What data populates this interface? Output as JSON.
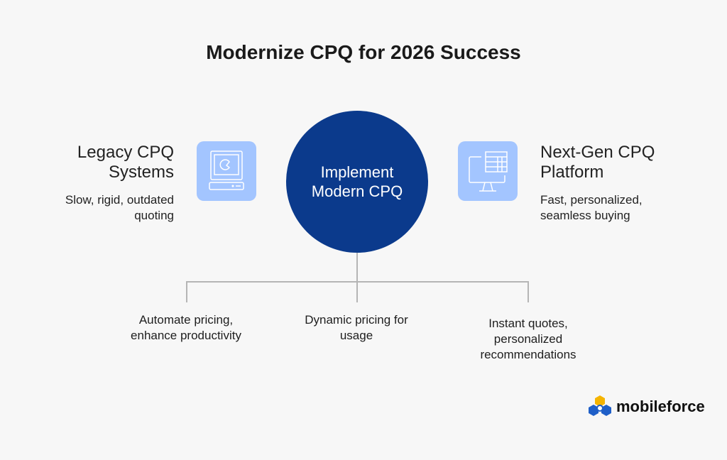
{
  "title": "Modernize CPQ for 2026 Success",
  "left": {
    "heading_line1": "Legacy CPQ",
    "heading_line2": "Systems",
    "desc_line1": "Slow, rigid, outdated",
    "desc_line2": "quoting",
    "icon": "legacy-computer-icon"
  },
  "center": {
    "line1": "Implement",
    "line2": "Modern CPQ"
  },
  "right": {
    "heading_line1": "Next-Gen CPQ",
    "heading_line2": "Platform",
    "desc_line1": "Fast, personalized,",
    "desc_line2": "seamless buying",
    "icon": "monitor-spreadsheet-icon"
  },
  "branches": [
    {
      "line1": "Automate pricing,",
      "line2": "enhance productivity",
      "line3": ""
    },
    {
      "line1": "Dynamic pricing for",
      "line2": "usage",
      "line3": ""
    },
    {
      "line1": "Instant quotes,",
      "line2": "personalized",
      "line3": "recommendations"
    }
  ],
  "logo": {
    "text": "mobileforce"
  },
  "colors": {
    "circle": "#0b3a8c",
    "icon_bg": "#a3c5ff",
    "background": "#f7f7f7"
  }
}
